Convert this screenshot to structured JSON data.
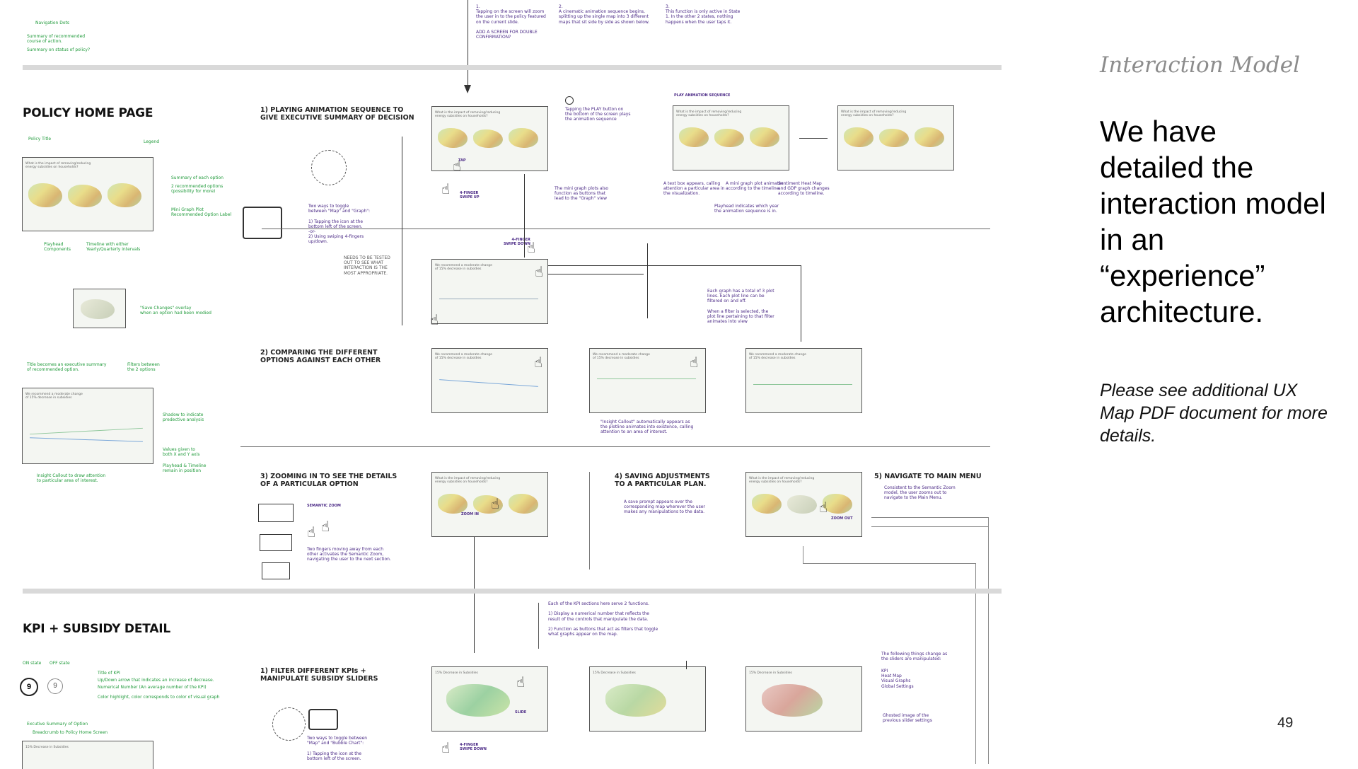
{
  "right_panel": {
    "title": "Interaction Model",
    "main_text": "We have detailed the interaction model in an “experience” architecture.",
    "note": "Please see additional UX Map PDF document for more details."
  },
  "page_number": "49",
  "sections": {
    "policy_home": "POLICY HOME PAGE",
    "kpi_subsidy": "KPI + SUBSIDY DETAIL"
  },
  "steps": {
    "s1": "1)  PLAYING ANIMATION SEQUENCE TO\n     GIVE EXECUTIVE SUMMARY OF DECISION",
    "s2": "2)  COMPARING THE DIFFERENT\n     OPTIONS AGAINST EACH OTHER",
    "s3": "3)  ZOOMING IN TO SEE THE DETAILS\n     OF A PARTICULAR OPTION",
    "s4": "4)  SAVING ADJUSTMENTS\n     TO A PARTICULAR PLAN.",
    "s5": "5)  NAVIGATE TO MAIN MENU",
    "k1": "1)  FILTER DIFFERENT KPIs +\n     MANIPULATE SUBSIDY SLIDERS"
  },
  "labels": {
    "play_anim": "PLAY ANIMATION SEQUENCE",
    "semantic_zoom": "SEMANTIC ZOOM",
    "tap": "TAP",
    "zoom_in": "ZOOM IN",
    "zoom_out": "ZOOM OUT",
    "slide": "SLIDE",
    "swipe_up": "4-FINGER\nSWIPE UP",
    "swipe_down": "4-FINGER\nSWIPE DOWN",
    "swipe_down2": "4-FINGER\nSWIPE DOWN",
    "on_state": "ON state",
    "off_state": "OFF state"
  },
  "top_notes": {
    "t1": "1.\nTapping on the screen will zoom\nthe user in to the policy featured\non the current slide.\n\nADD A SCREEN FOR DOUBLE\nCONFIRMATION?",
    "t2": "2.\nA cinematic animation sequence begins,\nsplitting up the single map into 3 different\nmaps that sit side by side as shown below.",
    "t3": "3.\nThis function is only active in State\n1. In the other 2 states, nothing\nhappens when the user taps it.",
    "nav_dots": "Navigation Dots",
    "summary_rec": "Summary of recommended\ncourse of action.",
    "summary_status": "Summary on status of policy?"
  },
  "policy_notes": {
    "policy_title": "Policy Title",
    "legend": "Legend",
    "summary_each": "Summary of each option",
    "two_rec": "2 recommended options\n(possibility for more)",
    "mini_graph": "Mini Graph Plot\nRecommended Option Label",
    "playhead": "Playhead\nComponents",
    "timeline": "Timeline with either\nYearly/Quarterly intervals",
    "save_changes": "\"Save Changes\" overlay\nwhen an option had been modied",
    "title_exec": "Title becomes an executive summary\nof recommended option.",
    "filters": "Filters between\nthe 2 options",
    "shadow": "Shadow to indicate\npredective analysis",
    "values": "Values given to\nboth X and Y axis",
    "playhead_timeline": "Playhead & Timeline\nremain in position",
    "insight": "Insight Callout to draw attention\nto particular area of interest."
  },
  "flow_notes": {
    "toggle": "Two ways to toggle\nbetween \"Map\" and \"Graph\":\n\n1) Tapping the icon at the\nbottom left of the screen.\n-or-\n2) Using swiping 4-fingers\nup/down.",
    "tested": "NEEDS TO BE TESTED\nOUT TO SEE WHAT\nINTERACTION IS THE\nMOST APPROPRIATE.",
    "play_btn": "Tapping the PLAY button on\nthe bottom of the screen plays\nthe animation sequence",
    "mini_plots": "The mini graph plots also\nfunction as buttons that\nlead to the \"Graph\" view",
    "text_box": "A text box appears, calling\nattention a particular area in\nthe visualization.",
    "mini_anim": "A mini graph plot animates\naccording to the timeline.",
    "sentiment": "Sentiment Heat Map\nand GDP graph changes\naccording to timeline.",
    "playhead_ind": "Playhead indicates which year\nthe animation sequence is in.",
    "each_graph": "Each graph has a total of 3 plot\nlines. Each plot line can be\nfiltered on and off.\n\nWhen a filter is selected, the\nplot line pertaining to that filter\nanimates into view",
    "insight_auto": "\"Insight Callout\" automatically appears as\nthe plotline animates into existence, calling\nattention to an area of interest.",
    "two_fingers": "Two fingers moving away from each\nother activates the Semantic Zoom,\nnavigating the user to the next section.",
    "save_prompt": "A save prompt appears over the\ncorresponding map wherever the user\nmakes any manipulations to the data.",
    "consistent": "Consistent to the Semantic Zoom\nmodel, the user zooms out to\nnavigate to the Main Menu.",
    "kpi_sections": "Each of the KPI sections here serve 2 functions.\n\n1) Display a numerical number that reflects the\nresult of the controls that manipulate the data.\n\n2) Function as buttons that act as filters that toggle\nwhat graphs appear on the map.",
    "following": "The following things change as\nthe sliders are manipulated:",
    "kpi_list": "KPI\nHeat Map\nVisual Graphs\nGlobal Settings",
    "ghosted": "Ghosted image of the\nprevious slider settings",
    "toggle2": "Two ways to toggle between\n\"Map\" and \"Bubble Chart\":\n\n1) Tapping the icon at the\nbottom left of the screen."
  },
  "kpi_notes": {
    "title_kpi": "Title of KPI",
    "updown": "Up/Down arrow that indicates an increase of decrease.",
    "numerical": "Numerical Number (An average number of the KPI)",
    "color_hl": "Color highlight, color corresponds to color of visual graph",
    "exec_summary": "Excutive Summary of Option",
    "breadcrumb": "Breadcrumb to Policy Home Screen",
    "kpi_value": "9",
    "kpi_value2": "9"
  },
  "thumbs": {
    "q_text": "What is the impact of removing/reducing\nenergy subsidies on households?",
    "rec_text": "We recommend a moderate change\nof 15% decrease in subsidies",
    "kpi_text": "15% Decrease in Subsidies"
  }
}
